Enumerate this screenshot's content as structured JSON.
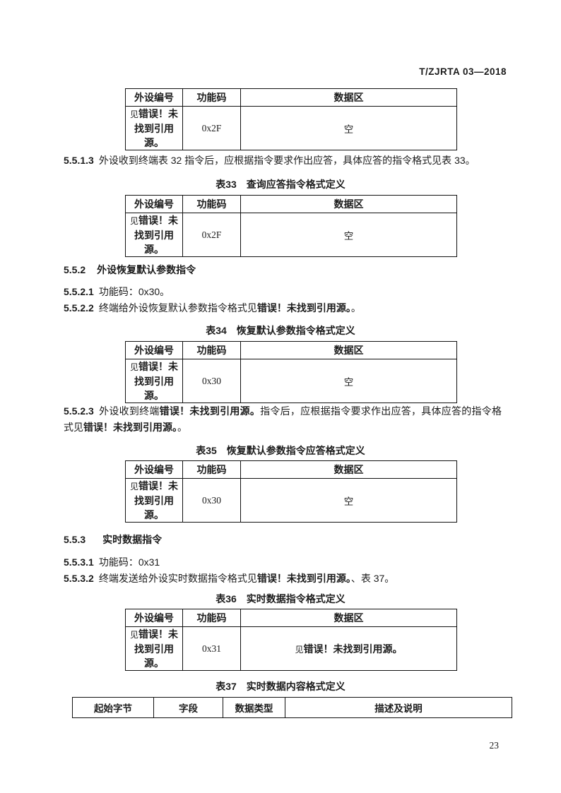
{
  "header": {
    "doc_code": "T/ZJRTA 03—2018"
  },
  "footer": {
    "page_number": "23"
  },
  "colors": {
    "ink": "#1b1b1b",
    "border": "#111111",
    "paper": "#ffffff"
  },
  "table_headers": {
    "peripheral": "外设编号",
    "func": "功能码",
    "data": "数据区"
  },
  "ref_error": {
    "see": "见",
    "error": "错误！未找到引用源。"
  },
  "tables": {
    "t32": {
      "code": "0x2F",
      "data": "空"
    },
    "t33": {
      "num": "表33",
      "title": "查询应答指令格式定义",
      "code": "0x2F",
      "data": "空"
    },
    "t34": {
      "num": "表34",
      "title": "恢复默认参数指令格式定义",
      "code": "0x30",
      "data": "空"
    },
    "t35": {
      "num": "表35",
      "title": "恢复默认参数指令应答格式定义",
      "code": "0x30",
      "data": "空"
    },
    "t36": {
      "num": "表36",
      "title": "实时数据指令格式定义",
      "code": "0x31",
      "data_see": "见",
      "data_error": "错误！未找到引用源。"
    },
    "t37": {
      "num": "表37",
      "title": "实时数据内容格式定义",
      "headers": [
        "起始字节",
        "字段",
        "数据类型",
        "描述及说明"
      ]
    }
  },
  "paragraphs": {
    "p5513": {
      "num": "5.5.1.3",
      "text": "外设收到终端表 32 指令后，应根据指令要求作出应答，具体应答的指令格式见表 33。"
    },
    "h552": {
      "num": "5.5.2",
      "title": "外设恢复默认参数指令"
    },
    "p5521": {
      "num": "5.5.2.1",
      "text": "功能码：0x30。"
    },
    "p5522": {
      "num": "5.5.2.2",
      "pre": "终端给外设恢复默认参数指令格式见",
      "error": "错误！未找到引用源。",
      "post": "。"
    },
    "p5523": {
      "num": "5.5.2.3",
      "pre": "外设收到终端",
      "error1": "错误！未找到引用源。",
      "mid": "指令后，应根据指令要求作出应答，具体应答的指令格式见",
      "error2": "错误！未找到引用源。",
      "post": "。"
    },
    "h553": {
      "num": "5.5.3",
      "title": "实时数据指令"
    },
    "p5531": {
      "num": "5.5.3.1",
      "text": "功能码：0x31"
    },
    "p5532": {
      "num": "5.5.3.2",
      "pre": "终端发送给外设实时数据指令格式见",
      "error": "错误！未找到引用源。",
      "post": "、表 37。"
    }
  }
}
